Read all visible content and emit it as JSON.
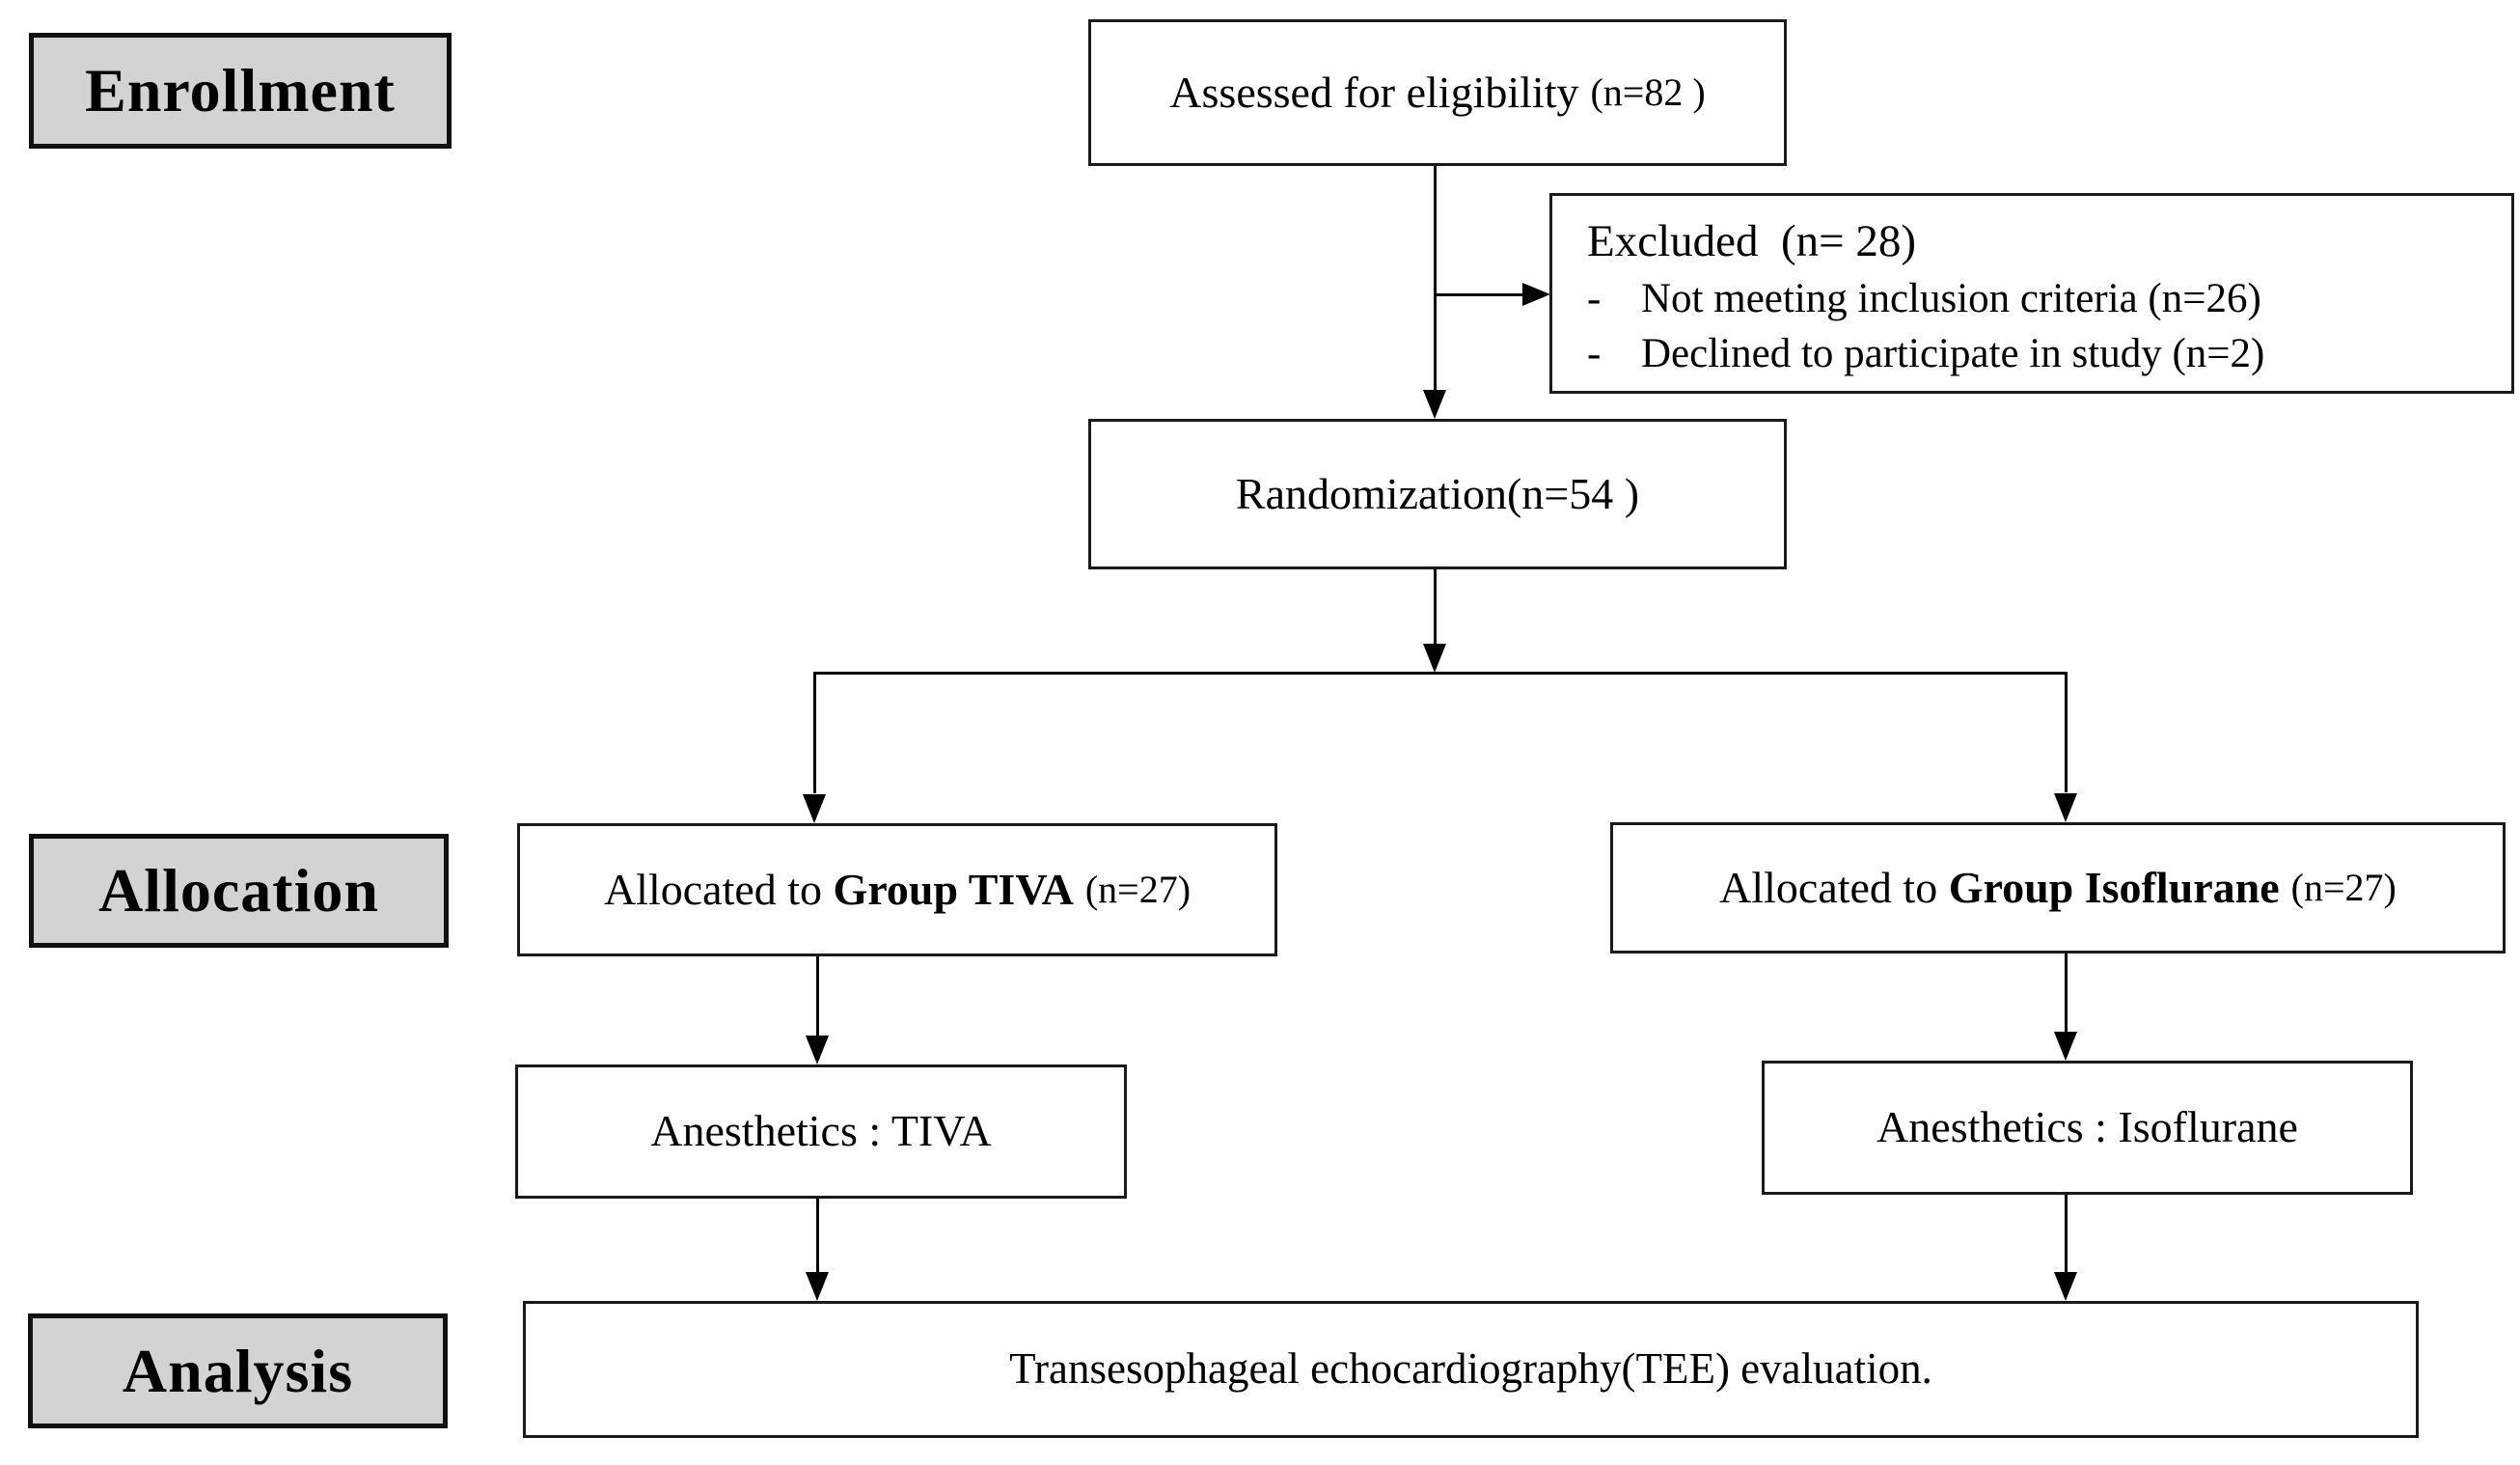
{
  "colors": {
    "stage_bg": "#d3d3d3",
    "line": "#000000",
    "box_bg": "#ffffff"
  },
  "stages": {
    "enrollment": "Enrollment",
    "allocation": "Allocation",
    "analysis": "Analysis"
  },
  "nodes": {
    "assessed": {
      "label": "Assessed for eligibility",
      "n": "(n=82 )"
    },
    "excluded": {
      "title": "Excluded  (n= 28)",
      "bullet": "-",
      "items": [
        "Not meeting inclusion criteria (n=26)",
        "Declined to participate in study (n=2)"
      ]
    },
    "randomization": {
      "label": "Randomization(n=54 )"
    },
    "allocated_tiva": {
      "pre": "Allocated to ",
      "group": "Group TIVA",
      "n": "(n=27)"
    },
    "allocated_isoflurane": {
      "pre": "Allocated to ",
      "group": "Group Isoflurane",
      "n": "(n=27)"
    },
    "anesthetics_tiva": {
      "label": "Anesthetics : TIVA"
    },
    "anesthetics_isoflurane": {
      "label": "Anesthetics : Isoflurane"
    },
    "tee": {
      "label": "Transesophageal echocardiography(TEE) evaluation."
    }
  }
}
